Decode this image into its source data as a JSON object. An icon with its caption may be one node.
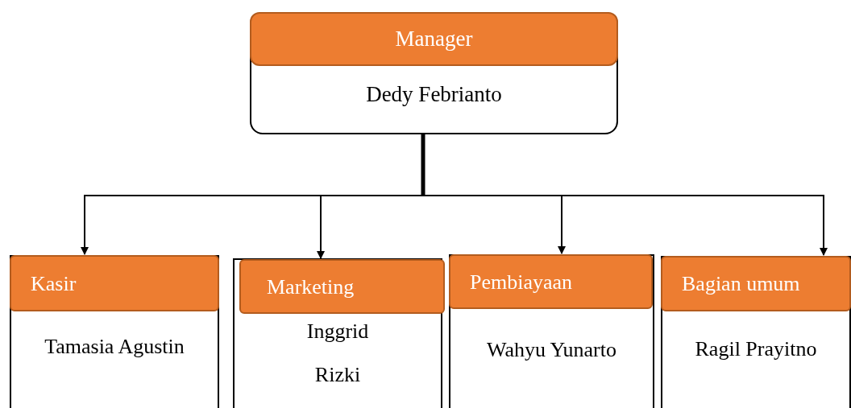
{
  "diagram": {
    "nodes": [
      {
        "text": [
          "Manager",
          "Dedy Febrianto"
        ]
      },
      {
        "text": [
          "Kasir",
          "Tamasia Agustin"
        ]
      },
      {
        "text": [
          "Marketing",
          "Inggrid",
          "Rizki"
        ]
      },
      {
        "text": [
          "Pembiayaan",
          "Wahyu Yunarto"
        ]
      },
      {
        "text": [
          "Bagian umum",
          "Ragil Prayitno"
        ]
      }
    ],
    "edges": [
      {
        "from": 0,
        "to": 1,
        "arrow": "to"
      },
      {
        "from": 0,
        "to": 2,
        "arrow": "to"
      },
      {
        "from": 0,
        "to": 3,
        "arrow": "to"
      },
      {
        "from": 0,
        "to": 4,
        "arrow": "to"
      }
    ]
  }
}
